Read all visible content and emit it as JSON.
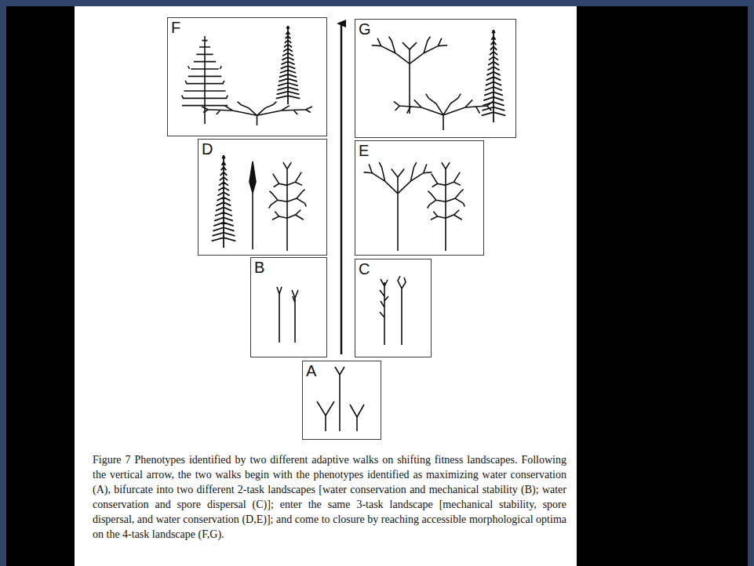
{
  "diagram": {
    "caption": "Figure 7 Phenotypes identified by two different adaptive walks on shifting fitness landscapes. Following the vertical arrow, the two walks begin with the phenotypes identified as maximizing water conservation (A), bifurcate into two different 2-task landscapes [water conservation and mechanical stability (B); water conservation and spore dispersal (C)]; enter the same 3-task landscape [mechanical stability, spore dispersal, and water conservation (D,E)]; and come to closure by reaching accessible morphological optima on the 4-task landscape (F,G).",
    "nodes": [
      {
        "text": [
          "F"
        ]
      },
      {
        "text": [
          "G"
        ]
      },
      {
        "text": [
          "D"
        ]
      },
      {
        "text": [
          "E"
        ]
      },
      {
        "text": [
          "B"
        ]
      },
      {
        "text": [
          "C"
        ]
      },
      {
        "text": [
          "A"
        ]
      }
    ]
  }
}
